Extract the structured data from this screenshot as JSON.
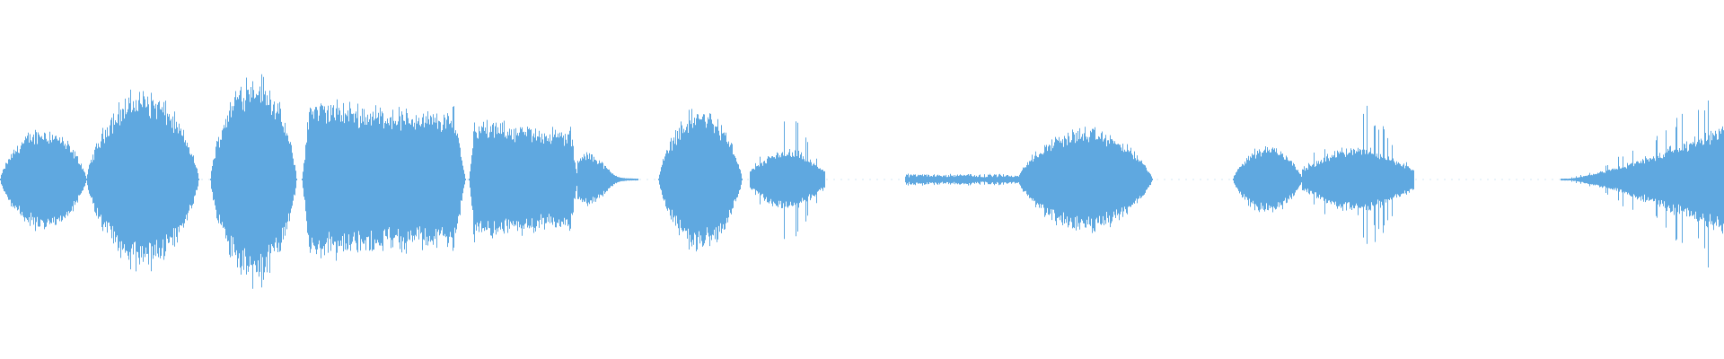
{
  "waveform": {
    "color": "#5FA8E0",
    "background": "#ffffff",
    "segments": [
      {
        "start": 0.0,
        "end": 0.05,
        "peak": 0.45,
        "shape": "burst"
      },
      {
        "start": 0.05,
        "end": 0.115,
        "peak": 0.78,
        "shape": "burst"
      },
      {
        "start": 0.122,
        "end": 0.172,
        "peak": 0.93,
        "shape": "burst"
      },
      {
        "start": 0.175,
        "end": 0.27,
        "peak": 0.74,
        "shape": "plateau"
      },
      {
        "start": 0.272,
        "end": 0.335,
        "peak": 0.55,
        "shape": "plateau"
      },
      {
        "start": 0.335,
        "end": 0.37,
        "peak": 0.3,
        "shape": "tail"
      },
      {
        "start": 0.382,
        "end": 0.43,
        "peak": 0.62,
        "shape": "burst"
      },
      {
        "start": 0.435,
        "end": 0.478,
        "peak": 0.58,
        "shape": "spikes"
      },
      {
        "start": 0.525,
        "end": 0.59,
        "peak": 0.05,
        "shape": "flat"
      },
      {
        "start": 0.59,
        "end": 0.668,
        "peak": 0.45,
        "shape": "burst"
      },
      {
        "start": 0.715,
        "end": 0.755,
        "peak": 0.3,
        "shape": "burst"
      },
      {
        "start": 0.755,
        "end": 0.82,
        "peak": 0.65,
        "shape": "spikes"
      },
      {
        "start": 0.905,
        "end": 1.0,
        "peak": 0.9,
        "shape": "crescendo"
      }
    ]
  }
}
